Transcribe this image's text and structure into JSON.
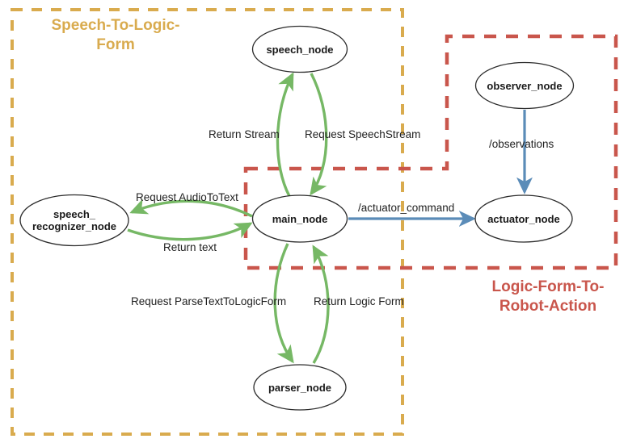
{
  "diagram": {
    "title_internal": "ROS node communication diagram",
    "background_color": "#ffffff",
    "groups": [
      {
        "id": "speech-to-logic-form",
        "label": "Speech-To-Logic-\nForm",
        "color": "#d9ab4e",
        "border_style": "dashed"
      },
      {
        "id": "logic-form-to-robot-action",
        "label": "Logic-Form-To-\nRobot-Action",
        "color": "#c9564c",
        "border_style": "dashed"
      }
    ],
    "nodes": [
      {
        "id": "speech_node",
        "label": "speech_node"
      },
      {
        "id": "speech_recognizer_node",
        "label": "speech_\nrecognizer_node"
      },
      {
        "id": "main_node",
        "label": "main_node"
      },
      {
        "id": "parser_node",
        "label": "parser_node"
      },
      {
        "id": "observer_node",
        "label": "observer_node"
      },
      {
        "id": "actuator_node",
        "label": "actuator_node"
      }
    ],
    "edges": [
      {
        "id": "e1",
        "from": "main_node",
        "to": "speech_node",
        "label": "Return Stream",
        "color": "#76b865"
      },
      {
        "id": "e2",
        "from": "speech_node",
        "to": "main_node",
        "label": "Request SpeechStream",
        "color": "#76b865"
      },
      {
        "id": "e3",
        "from": "main_node",
        "to": "speech_recognizer_node",
        "label": "Request AudioToText",
        "color": "#76b865"
      },
      {
        "id": "e4",
        "from": "speech_recognizer_node",
        "to": "main_node",
        "label": "Return text",
        "color": "#76b865"
      },
      {
        "id": "e5",
        "from": "main_node",
        "to": "parser_node",
        "label": "Request ParseTextToLogicForm",
        "color": "#76b865"
      },
      {
        "id": "e6",
        "from": "parser_node",
        "to": "main_node",
        "label": "Return Logic Form",
        "color": "#76b865"
      },
      {
        "id": "e7",
        "from": "main_node",
        "to": "actuator_node",
        "label": "/actuator_command",
        "color": "#5b8cb8"
      },
      {
        "id": "e8",
        "from": "observer_node",
        "to": "actuator_node",
        "label": "/observations",
        "color": "#5b8cb8"
      }
    ],
    "colors": {
      "node_stroke": "#2b2b2b",
      "node_fill": "#ffffff",
      "service_edge": "#76b865",
      "topic_edge": "#5b8cb8",
      "group_speech": "#d9ab4e",
      "group_logic": "#c9564c",
      "text": "#1a1a1a"
    }
  }
}
